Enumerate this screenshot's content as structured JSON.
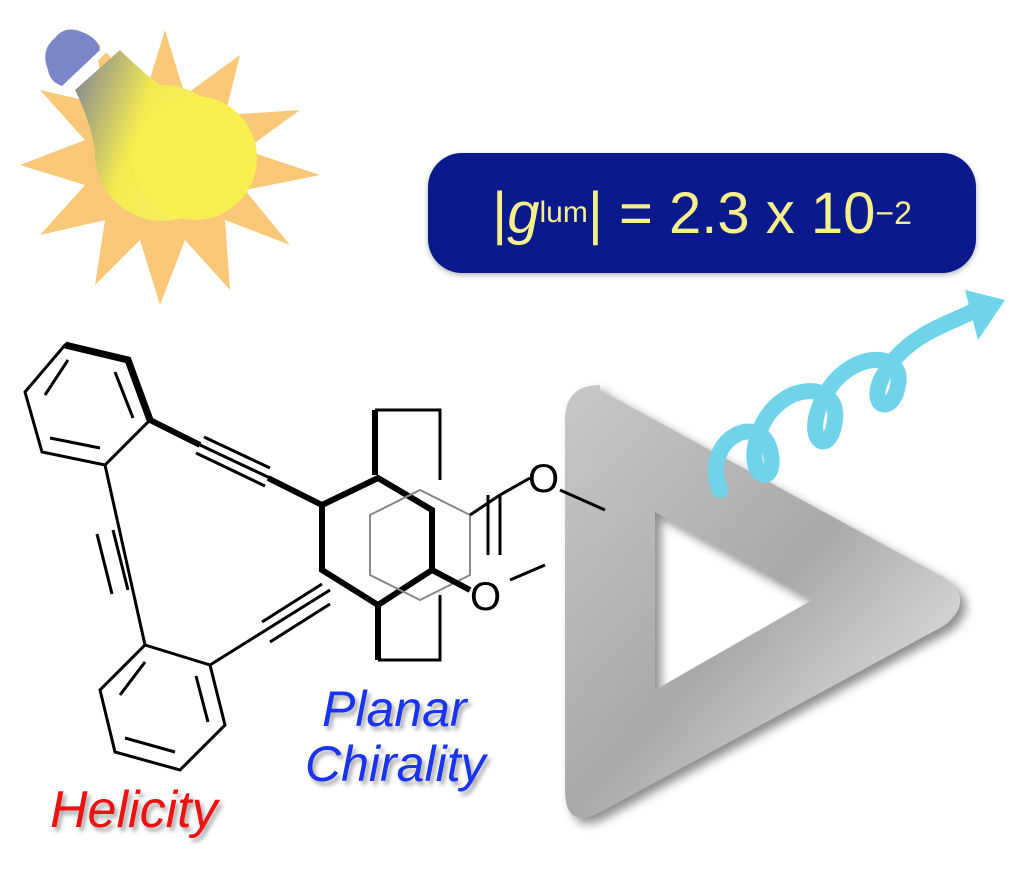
{
  "formula": {
    "bar_open": "|",
    "symbol": "g",
    "subscript": "lum",
    "rest": "| = 2.3 x 10",
    "exponent": "−2"
  },
  "labels": {
    "helicity": "Helicity",
    "planar": "Planar",
    "chirality": "Chirality",
    "oxygen_top": "O",
    "oxygen_bottom": "O"
  },
  "colors": {
    "box_bg": "#0a1a8c",
    "box_text": "#f6f08a",
    "helicity": "#ee1111",
    "planar_chirality": "#1a33ee",
    "helix": "#6fd3ea",
    "sun": "#f8c878",
    "bulb": "#f8ee50"
  },
  "icons": [
    "sun-icon",
    "light-bulb-icon",
    "circularly-polarized-light-icon",
    "triangle-macrocycle-icon"
  ]
}
